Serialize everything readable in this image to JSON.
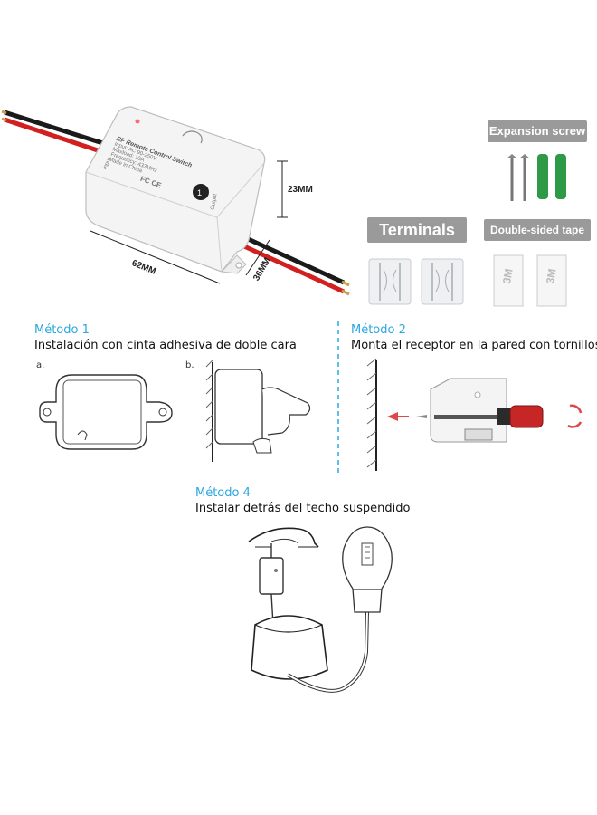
{
  "product": {
    "label_title": "RF Remote Control Switch",
    "label_input": "Input: AC 90-250V",
    "label_max": "Maxload: 10A",
    "label_freq": "Frequency: 433MHz",
    "label_made": "Made in China",
    "label_fc": "FC CE",
    "label_inputside": "Input",
    "label_outputside": "Output",
    "height": "23MM",
    "length": "62MM",
    "width": "36MM"
  },
  "accessories": {
    "expansion": "Expansion screw",
    "terminals": "Terminals",
    "tape": "Double-sided tape",
    "tape_brand": "3M"
  },
  "methods": {
    "m1_title": "Método 1",
    "m1_desc": "Instalación con cinta adhesiva de doble cara",
    "m1_step_a": "a.",
    "m1_step_b": "b.",
    "m2_title": "Método 2",
    "m2_desc": "Monta el receptor en la pared con tornillos",
    "m4_title": "Método 4",
    "m4_desc": "Instalar detrás del techo suspendido"
  },
  "colors": {
    "accent": "#2aa7e0",
    "wire_red": "#d21f1f",
    "wire_black": "#1a1a1a",
    "anchor_green": "#2e9a47",
    "pill_grey": "#9a9a9a",
    "rotate_red": "#e0474c"
  }
}
